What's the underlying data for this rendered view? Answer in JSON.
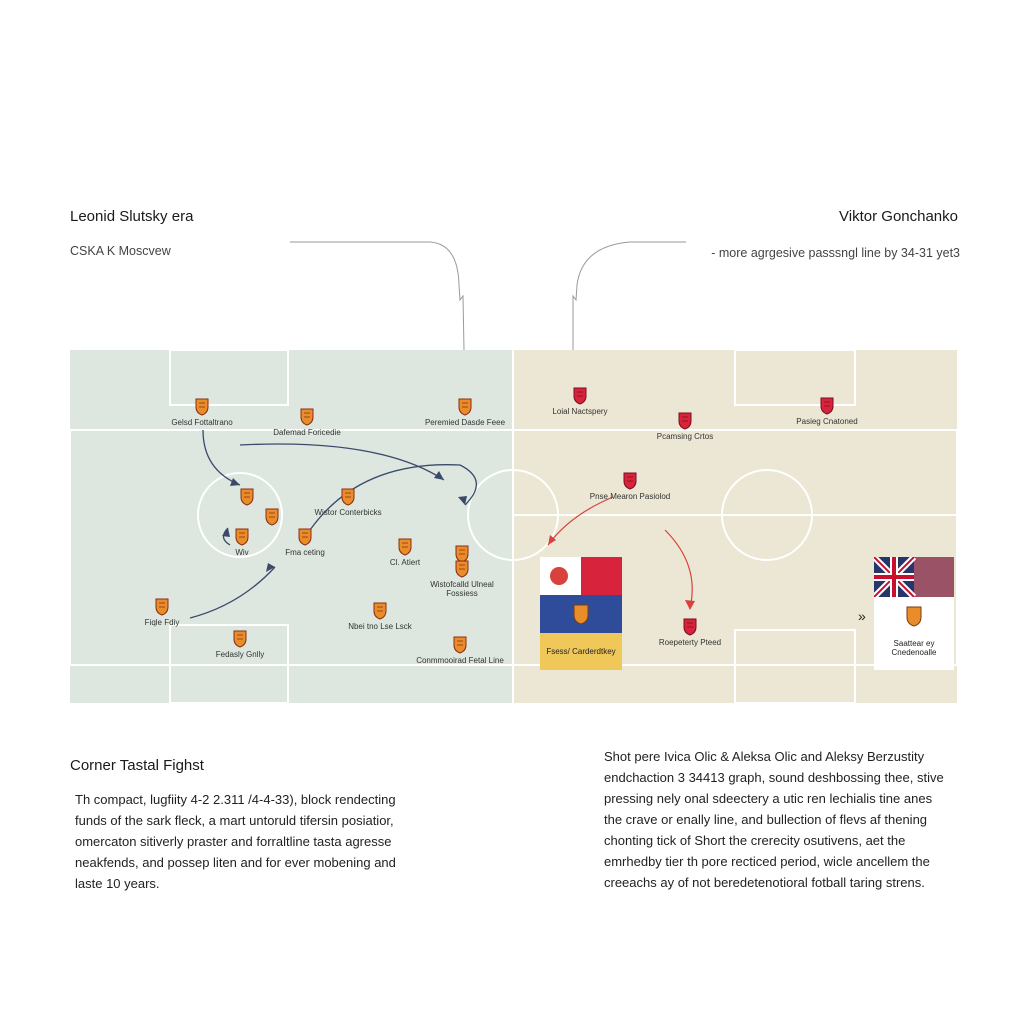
{
  "header": {
    "left_title": "Leonid Slutsky era",
    "left_subtitle": "CSKA K Moscvew",
    "right_title": "Viktor Gonchanko",
    "right_subtitle": "- more agrgesive passsngl line by 34-31 yet3"
  },
  "pitch": {
    "left_color": "#dde7df",
    "right_color": "#ebe7d4",
    "line_color": "#ffffff",
    "left_arrow_color": "#3b4a6b",
    "right_arrow_color": "#d9413c",
    "left_players": [
      {
        "label": "Gelsd Fottaltrano"
      },
      {
        "label": "Dafemad Foricedie"
      },
      {
        "label": "Peremied Dasde Feee"
      },
      {
        "label": ""
      },
      {
        "label": "Wiv"
      },
      {
        "label": ""
      },
      {
        "label": "Wistor Conterbicks"
      },
      {
        "label": "Fma ceting"
      },
      {
        "label": "Cl. Atiert"
      },
      {
        "label": ""
      },
      {
        "label": "Wistofcalld Ulneal Fossiess"
      },
      {
        "label": "Fiqle Fdiy"
      },
      {
        "label": "Fedasly Gnlly"
      },
      {
        "label": "Nbei tno Lse Lsck"
      },
      {
        "label": "Conmmooirad Fetal Line"
      }
    ],
    "right_players": [
      {
        "label": "Loial Nactspery"
      },
      {
        "label": "Pcamsing Crtos"
      },
      {
        "label": "Pasieg Cnatoned"
      },
      {
        "label": "Pnse Mearon Pasiolod"
      },
      {
        "label": "Roepeterty Pteed"
      }
    ],
    "panel_a": {
      "caption": "Fsess/ Carderdtkey"
    },
    "panel_b": {
      "caption": "Saattear ey Cnedenoalle"
    }
  },
  "bottom_left": {
    "title": "Corner Tastal Fighst",
    "lines": [
      "Th compact, lugfiity 4-2 2.311 /4-4-33), block rendecting",
      "funds of the sark fleck, a mart untoruld tifersin posiatior,",
      "omercaton sitiverly praster and forraltline tasta agresse",
      "neakfends, and possep liten and for ever mobening and",
      "laste 10 years."
    ]
  },
  "bottom_right": {
    "lines": [
      "Shot pere Ivica Olic & Aleksa Olic and Aleksy Berzustity",
      "endchaction 3 34413 graph, sound deshbossing thee, stive",
      "pressing nely onal sdeectery a utic ren lechialis tine anes",
      "the crave or enally line, and bullection of flevs af thening",
      "chonting tick of Short the crerecity osutivens, aet the",
      "emrhedby tier th pore recticed period, wicle ancellem the",
      "creeachs ay of not beredetenotioral fotball taring strens."
    ]
  }
}
